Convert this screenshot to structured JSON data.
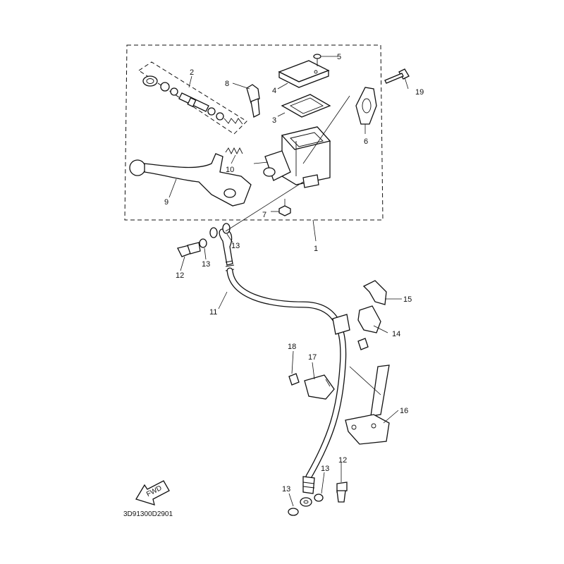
{
  "diagram": {
    "callouts": [
      {
        "id": "1",
        "label": "1"
      },
      {
        "id": "2",
        "label": "2"
      },
      {
        "id": "3",
        "label": "3"
      },
      {
        "id": "4",
        "label": "4"
      },
      {
        "id": "5",
        "label": "5"
      },
      {
        "id": "6",
        "label": "6"
      },
      {
        "id": "7",
        "label": "7"
      },
      {
        "id": "8",
        "label": "8"
      },
      {
        "id": "9",
        "label": "9"
      },
      {
        "id": "10",
        "label": "10"
      },
      {
        "id": "11",
        "label": "11"
      },
      {
        "id": "12a",
        "label": "12"
      },
      {
        "id": "12b",
        "label": "12"
      },
      {
        "id": "13a",
        "label": "13"
      },
      {
        "id": "13b",
        "label": "13"
      },
      {
        "id": "13c",
        "label": "13"
      },
      {
        "id": "13d",
        "label": "13"
      },
      {
        "id": "14",
        "label": "14"
      },
      {
        "id": "15",
        "label": "15"
      },
      {
        "id": "16",
        "label": "16"
      },
      {
        "id": "17",
        "label": "17"
      },
      {
        "id": "18",
        "label": "18"
      },
      {
        "id": "19",
        "label": "19"
      }
    ],
    "fwd_label": "FWD",
    "drawing_code": "3D91300D2901"
  }
}
